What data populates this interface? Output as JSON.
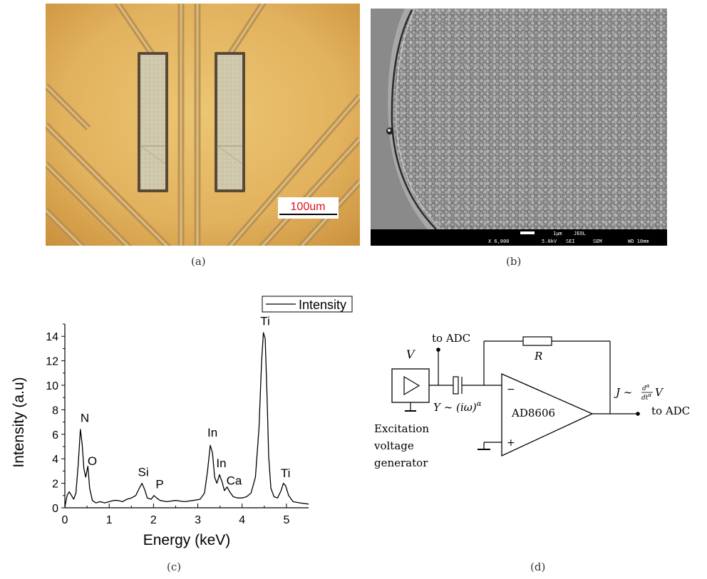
{
  "panel_a": {
    "caption": "(a)",
    "scale_bar_label": "100um",
    "colors": {
      "background": "#e3b562",
      "pad": "#c8c0a4",
      "trace": "#c9a05a"
    }
  },
  "panel_b": {
    "caption": "(b)",
    "info_bar": {
      "scale": "1μm",
      "vendor": "JEOL",
      "magnification": "X 6,000",
      "voltage": "5.0kV",
      "detector": "SEI",
      "mode": "SEM",
      "working_distance": "WD 10mm"
    },
    "colors": {
      "surface": "#8c8c8c",
      "info_bar": "#000000"
    }
  },
  "panel_c": {
    "caption": "(c)"
  },
  "chart_data": {
    "type": "line",
    "xlabel": "Energy (keV)",
    "ylabel": "Intensity (a.u)",
    "xlim": [
      0,
      5.5
    ],
    "ylim": [
      0,
      15
    ],
    "xticks": [
      0,
      1,
      2,
      3,
      4,
      5
    ],
    "yticks": [
      0,
      2,
      4,
      6,
      8,
      10,
      12,
      14
    ],
    "legend": {
      "position": "top-right",
      "label": "Intensity"
    },
    "series": [
      {
        "name": "Intensity",
        "x": [
          0.0,
          0.05,
          0.1,
          0.15,
          0.2,
          0.25,
          0.3,
          0.35,
          0.39,
          0.43,
          0.47,
          0.52,
          0.56,
          0.62,
          0.7,
          0.8,
          0.9,
          1.0,
          1.1,
          1.2,
          1.3,
          1.4,
          1.5,
          1.6,
          1.68,
          1.74,
          1.8,
          1.86,
          1.95,
          2.01,
          2.07,
          2.15,
          2.3,
          2.5,
          2.7,
          2.9,
          3.05,
          3.15,
          3.22,
          3.28,
          3.33,
          3.38,
          3.43,
          3.49,
          3.55,
          3.6,
          3.66,
          3.72,
          3.8,
          3.9,
          4.0,
          4.1,
          4.2,
          4.3,
          4.38,
          4.44,
          4.48,
          4.52,
          4.56,
          4.6,
          4.65,
          4.72,
          4.8,
          4.88,
          4.93,
          4.98,
          5.05,
          5.15,
          5.3,
          5.5
        ],
        "y": [
          0.05,
          1.0,
          1.3,
          1.0,
          0.7,
          1.2,
          3.5,
          6.4,
          5.2,
          3.2,
          2.5,
          3.4,
          1.6,
          0.6,
          0.4,
          0.5,
          0.4,
          0.5,
          0.6,
          0.6,
          0.5,
          0.7,
          0.8,
          1.0,
          1.6,
          2.0,
          1.5,
          0.8,
          0.7,
          1.0,
          0.8,
          0.6,
          0.5,
          0.6,
          0.5,
          0.6,
          0.7,
          1.2,
          3.0,
          5.1,
          4.5,
          2.5,
          2.0,
          2.7,
          2.1,
          1.4,
          1.7,
          1.3,
          0.9,
          0.8,
          0.8,
          0.9,
          1.2,
          2.5,
          6.5,
          12.0,
          14.3,
          13.8,
          9.5,
          4.2,
          1.6,
          0.9,
          0.8,
          1.4,
          2.0,
          1.8,
          1.0,
          0.5,
          0.4,
          0.3
        ]
      }
    ],
    "annotations": [
      {
        "text": "N",
        "x": 0.45,
        "y": 7.0
      },
      {
        "text": "O",
        "x": 0.62,
        "y": 3.5
      },
      {
        "text": "Si",
        "x": 1.77,
        "y": 2.6
      },
      {
        "text": "P",
        "x": 2.14,
        "y": 1.6
      },
      {
        "text": "In",
        "x": 3.33,
        "y": 5.8
      },
      {
        "text": "In",
        "x": 3.53,
        "y": 3.3
      },
      {
        "text": "Ca",
        "x": 3.82,
        "y": 1.9
      },
      {
        "text": "Ti",
        "x": 4.52,
        "y": 14.9
      },
      {
        "text": "Ti",
        "x": 4.98,
        "y": 2.5
      }
    ]
  },
  "panel_d": {
    "caption": "(d)",
    "generator_symbol": "V",
    "generator_label_lines": [
      "Excitation",
      "voltage",
      "generator"
    ],
    "adc_top": "to ADC",
    "adc_right": "to ADC",
    "resistor_label": "R",
    "opamp_label": "AD8606",
    "minus_sign": "−",
    "plus_sign": "+",
    "admittance": "Y ∼ (iω)",
    "admittance_exp": "α",
    "current_prefix": "J ∼",
    "frac_num": "d",
    "frac_num_exp": "α",
    "frac_den": "dt",
    "frac_den_exp": "α",
    "current_suffix": "V"
  }
}
